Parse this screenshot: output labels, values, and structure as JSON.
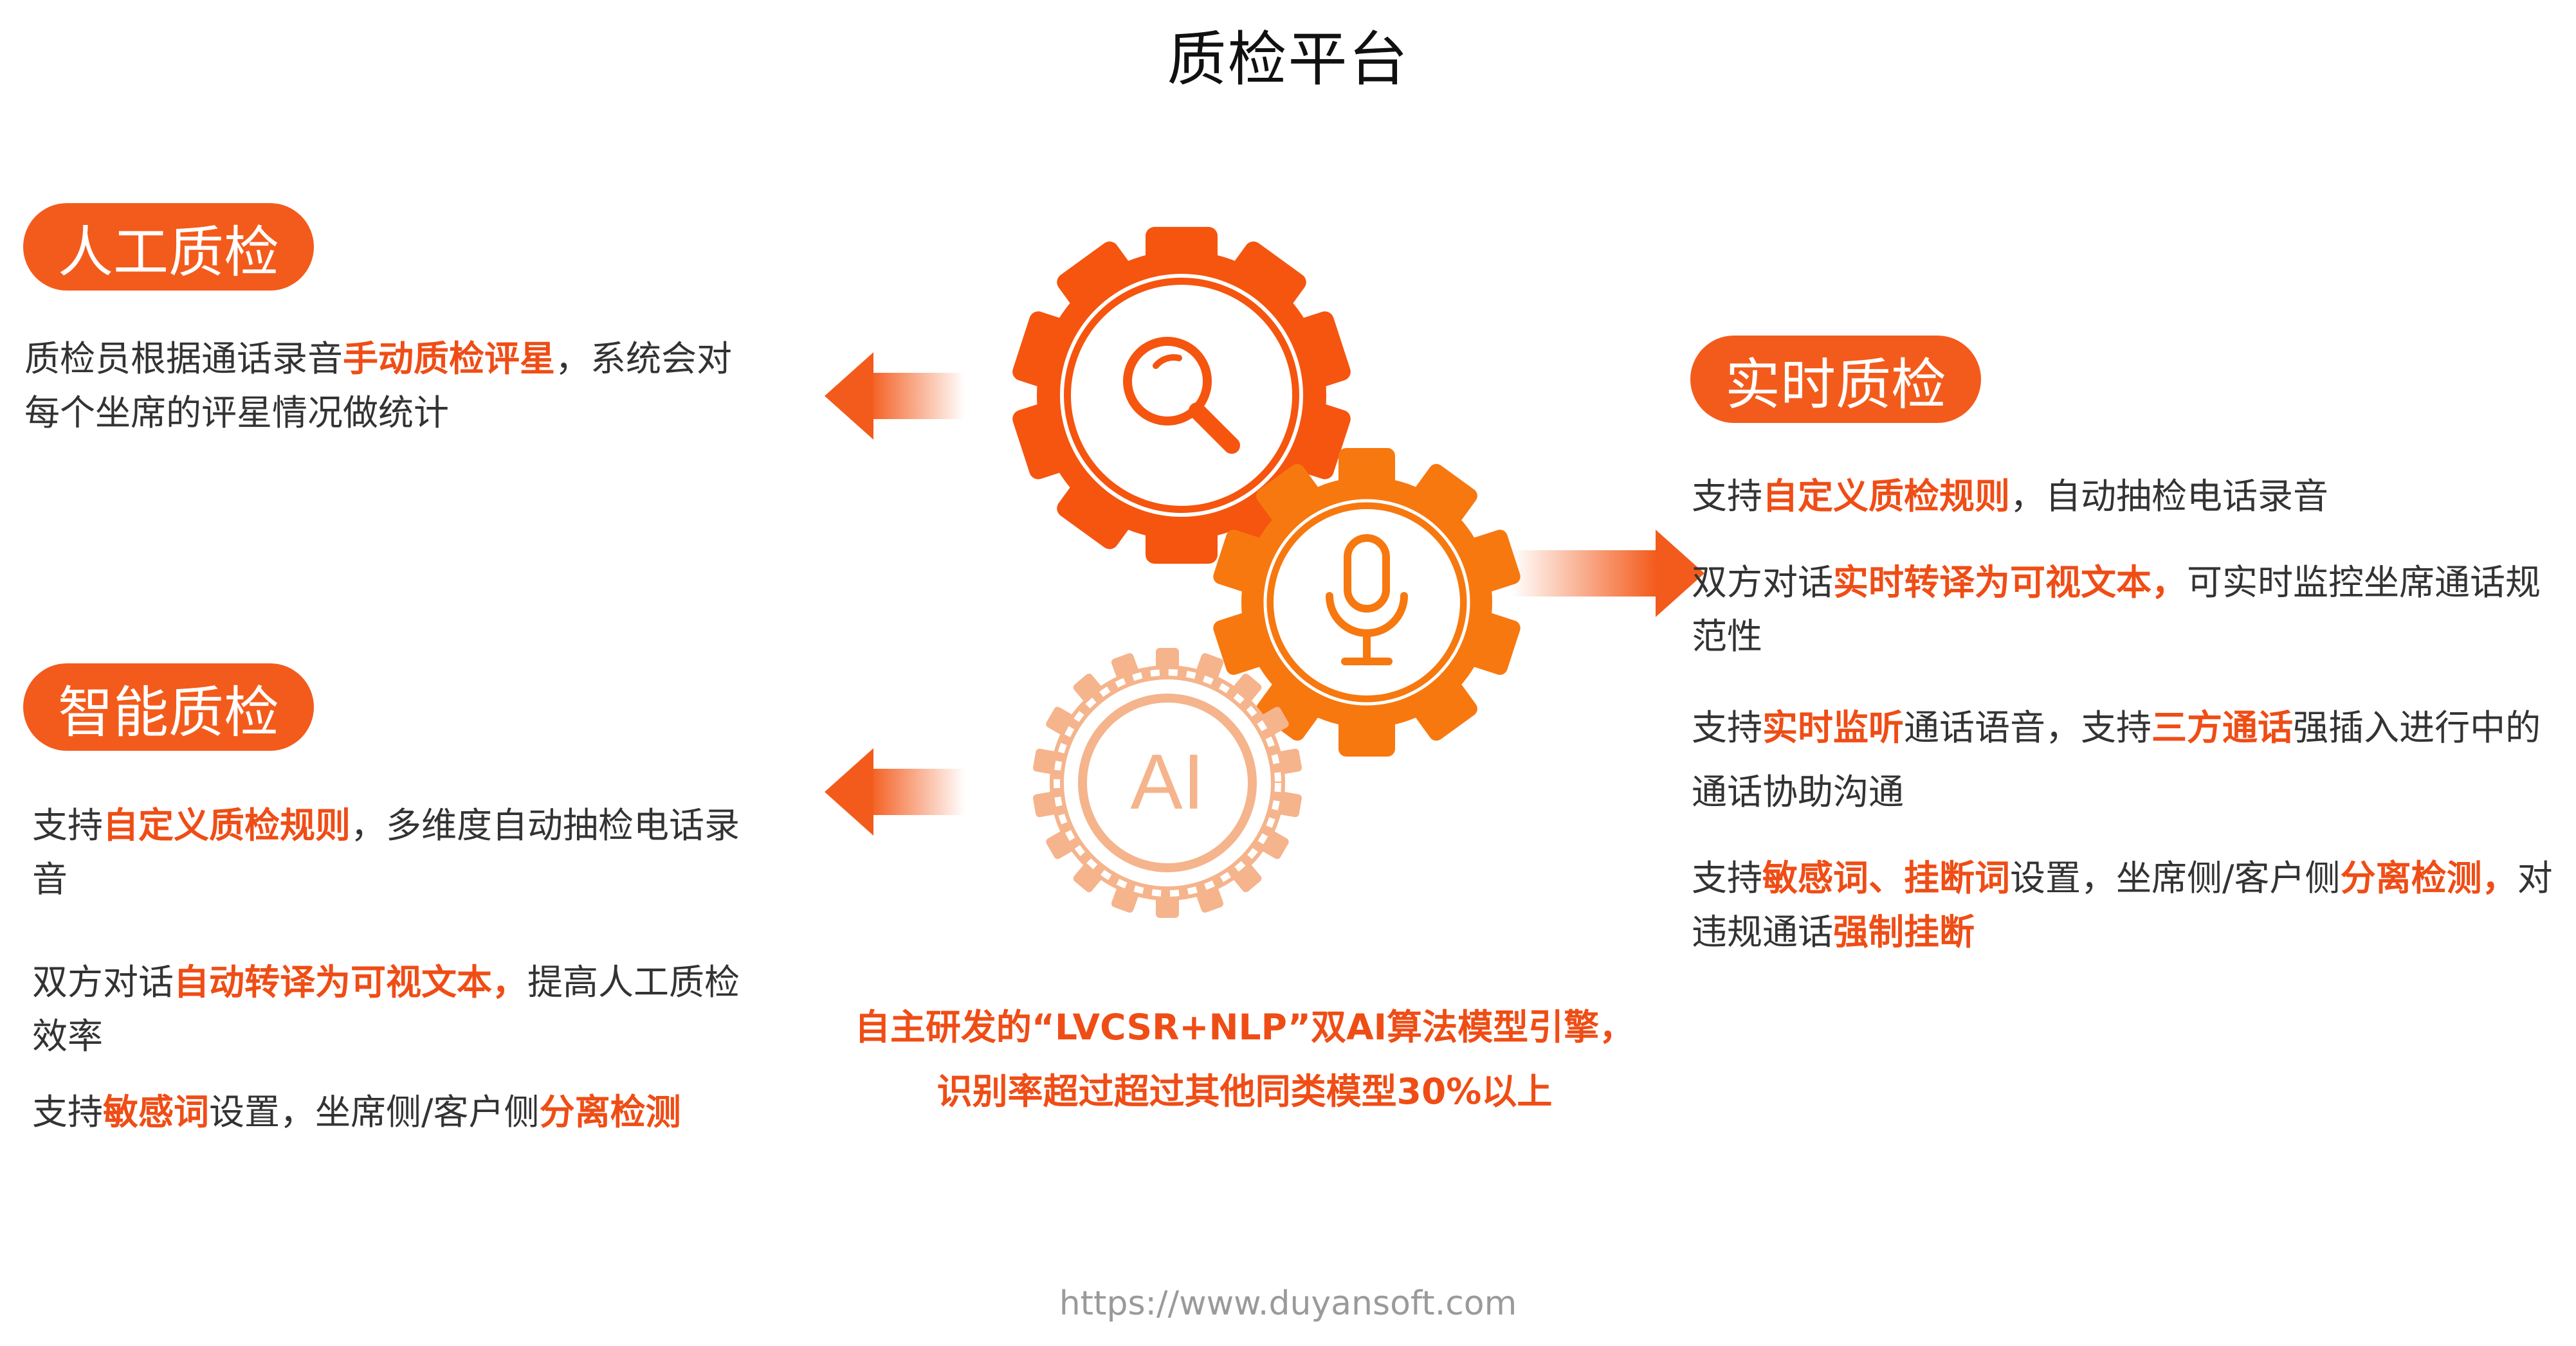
{
  "title": "质检平台",
  "left": {
    "manual": {
      "badge": "人工质检",
      "p1": {
        "a": "质检员根据通话录音",
        "b": "手动质检评星",
        "c": "，系统会对每个坐席的评星情况做统计"
      }
    },
    "smart": {
      "badge": "智能质检",
      "p1": {
        "a": "支持",
        "b": "自定义质检规则",
        "c": "，多维度自动抽检电话录音"
      },
      "p2": {
        "a": "双方对话",
        "b": "自动转译为可视文本，",
        "c": "提高人工质检效率"
      },
      "p3": {
        "a": "支持",
        "b": "敏感词",
        "c": "设置，坐席侧/客户侧",
        "d": "分离检测"
      }
    }
  },
  "right": {
    "badge": "实时质检",
    "p1": {
      "a": "支持",
      "b": "自定义质检规则",
      "c": "，自动抽检电话录音"
    },
    "p2": {
      "a": "双方对话",
      "b": "实时转译为可视文本，",
      "c": "可实时监控坐席通话规范性"
    },
    "p3": {
      "a": "支持",
      "b": "实时监听",
      "c": "通话语音，支持",
      "d": "三方通话",
      "e": "强插入进行中的通话协助沟通"
    },
    "p4": {
      "a": "支持",
      "b": "敏感词、挂断词",
      "c": "设置，坐席侧/客户侧",
      "d": "分离检测，",
      "e": "对违规通话",
      "f": "强制挂断"
    }
  },
  "center": {
    "line1": "自主研发的“LVCSR+NLP”双AI算法模型引擎，",
    "line2": "识别率超过超过其他同类模型30%以上",
    "ai_label": "AI"
  },
  "footer_url": "https://www.duyansoft.com",
  "icons": [
    "search-icon",
    "microphone-icon",
    "ai-icon",
    "arrow-left-icon",
    "arrow-right-icon"
  ],
  "colors": {
    "accent": "#f35b1c",
    "highlight": "#ef4d16",
    "gear_orange": "#f7780f",
    "gear_pale": "#f5b48c",
    "url": "#9a9a9a"
  }
}
